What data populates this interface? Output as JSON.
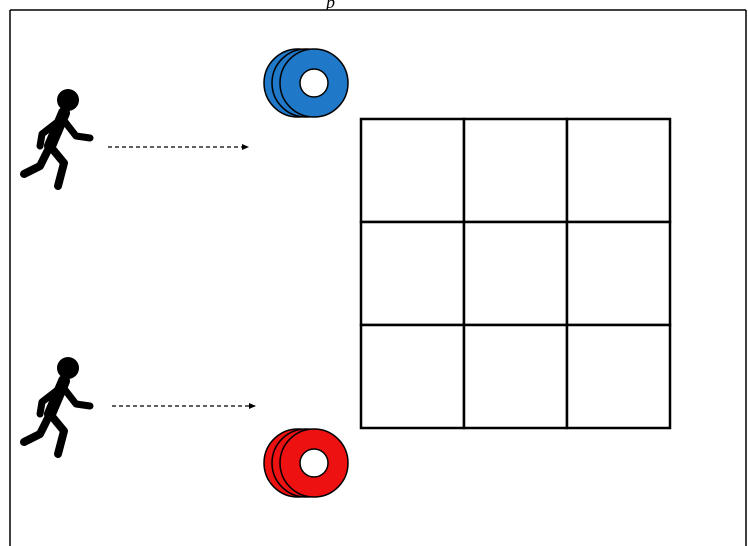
{
  "header": {
    "text": "p"
  },
  "colors": {
    "line": "#000000",
    "blue_team": "#1f78c8",
    "red_team": "#ee1111",
    "ring_hole": "#ffffff"
  },
  "game": {
    "board": {
      "rows": 3,
      "cols": 3
    },
    "players": [
      {
        "id": "player-1",
        "team": "blue",
        "icon": "running-person-icon"
      },
      {
        "id": "player-2",
        "team": "red",
        "icon": "running-person-icon"
      }
    ],
    "ring_stacks": [
      {
        "team": "blue",
        "count": 3,
        "icon": "ring-stack-icon"
      },
      {
        "team": "red",
        "count": 3,
        "icon": "ring-stack-icon"
      }
    ]
  }
}
